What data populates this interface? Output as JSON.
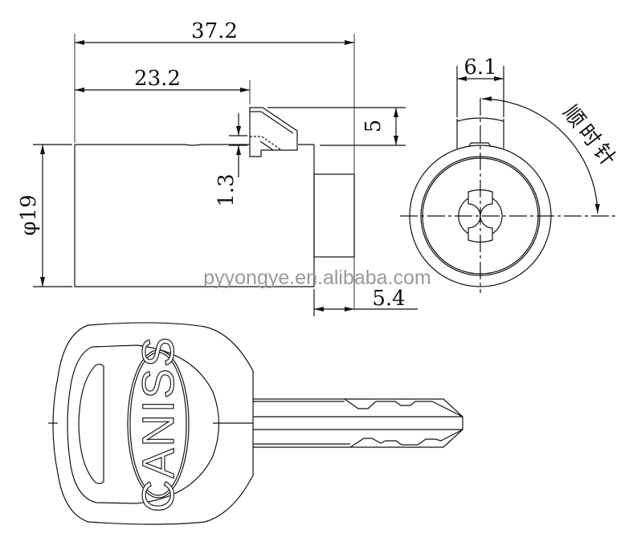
{
  "drawing": {
    "title": "Cam lock technical drawing",
    "units": "mm",
    "line_color": "#111111",
    "watermark_color": "#9a9a9a"
  },
  "side_view": {
    "dimensions": {
      "overall_length": "37.2",
      "body_length": "23.2",
      "diameter": "φ19",
      "cam_height": "5",
      "cam_offset": "1.3",
      "tail_length": "5.4"
    }
  },
  "front_view": {
    "dimensions": {
      "tab_width": "6.1"
    },
    "rotation_label": "顺时针",
    "rotation_chars": [
      "顺",
      "时",
      "针"
    ]
  },
  "key": {
    "logo_text": "CANISS"
  },
  "watermark": {
    "text": "pyyongye.en.alibaba.com"
  }
}
